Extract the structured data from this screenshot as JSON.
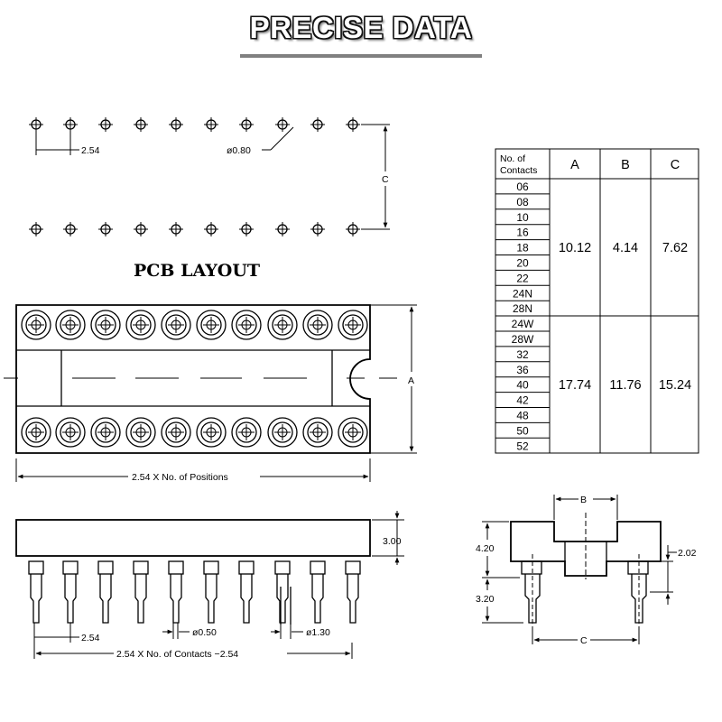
{
  "title": "PRECISE DATA",
  "pcb_layout": {
    "label": "PCB LAYOUT",
    "pitch_label": "2.54",
    "hole_label": "ø0.80",
    "c_label": "C"
  },
  "top_view": {
    "a_label": "A",
    "width_label": "2.54 X No. of Positions"
  },
  "side_view": {
    "height_label": "3.00",
    "pitch_label": "2.54",
    "pin_dia_label": "ø0.50",
    "pin_dia2_label": "ø1.30",
    "length_label": "2.54 X No. of Contacts −2.54"
  },
  "end_view": {
    "b_label": "B",
    "c_label": "C",
    "h1_label": "4.20",
    "h2_label": "3.20",
    "h3_label": "2.02"
  },
  "table": {
    "headers": [
      "No. of Contacts",
      "A",
      "B",
      "C"
    ],
    "groups": [
      {
        "contacts": [
          "06",
          "08",
          "10",
          "16",
          "18",
          "20",
          "22",
          "24N",
          "28N"
        ],
        "a": "10.12",
        "b": "4.14",
        "c": "7.62"
      },
      {
        "contacts": [
          "24W",
          "28W",
          "32",
          "36",
          "40",
          "42",
          "48",
          "50",
          "52"
        ],
        "a": "17.74",
        "b": "11.76",
        "c": "15.24"
      }
    ]
  }
}
